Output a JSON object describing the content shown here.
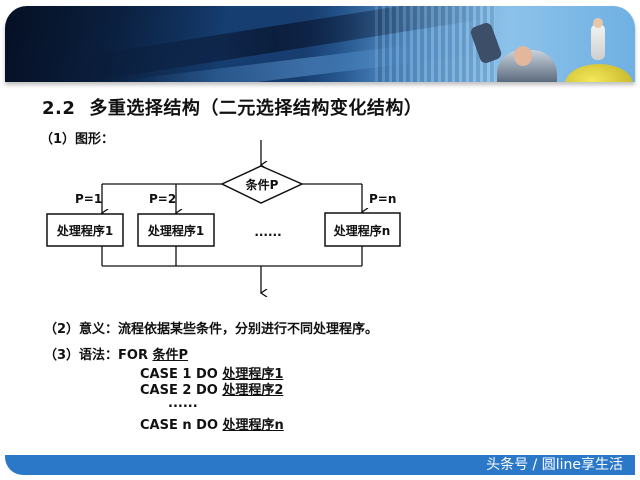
{
  "slide": {
    "title_number": "2.2",
    "title_text": "多重选择结构（二元选择结构变化结构）",
    "section1_label": "（1）图形：",
    "section2_label": "（2）意义：",
    "section2_text": "流程依据某些条件，分别进行不同处理程序。",
    "section3_label": "（3）语法：",
    "syntax": {
      "for_keyword": "FOR ",
      "for_condition": "条件P",
      "lines": [
        {
          "keyword": "CASE 1 DO ",
          "action": "处理程序1"
        },
        {
          "keyword": "CASE 2 DO ",
          "action": "处理程序2"
        },
        {
          "keyword": "CASE n DO ",
          "action": "处理程序n"
        }
      ],
      "ellipsis": "......"
    }
  },
  "flowchart": {
    "decision_label": "条件P",
    "branches": [
      {
        "condition": "P=1",
        "box_label": "处理程序1"
      },
      {
        "condition": "P=2",
        "box_label": "处理程序1"
      },
      {
        "condition": "P=n",
        "box_label": "处理程序n"
      }
    ],
    "ellipsis": "......"
  },
  "footer": {
    "watermark": "头条号 / 圆line享生活",
    "bar_color": "#2b78c8"
  },
  "banner": {
    "description": "blue business banner with cheering man and woman on globe"
  }
}
